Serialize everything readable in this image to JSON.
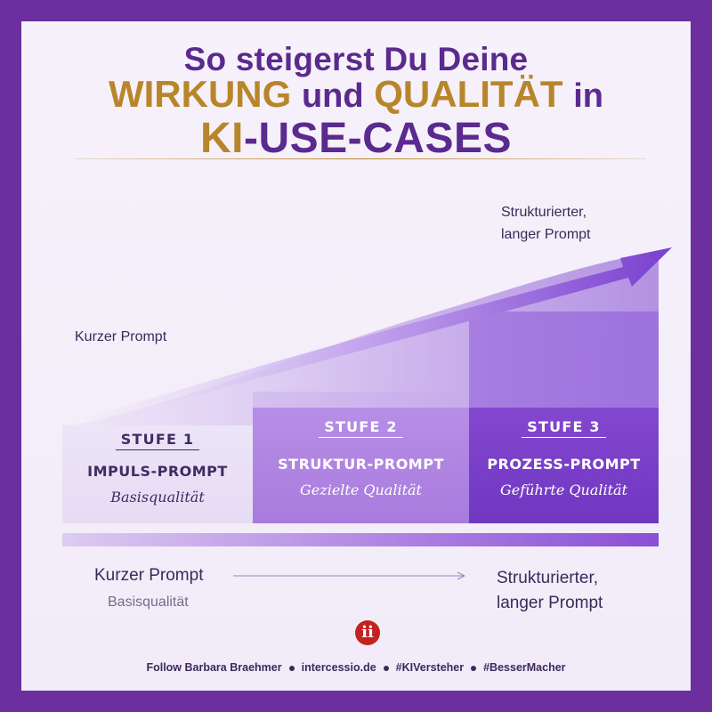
{
  "title": {
    "line1": "So steigerst Du Deine",
    "line2_a": "WIRKUNG",
    "line2_b": "und",
    "line2_c": "QUALITÄT",
    "line2_d": "in",
    "line3_a": "KI",
    "line3_b": "-USE-CASES"
  },
  "labels": {
    "top_right_1": "Strukturierter,",
    "top_right_2": "langer Prompt",
    "left": "Kurzer Prompt"
  },
  "stages": [
    {
      "stufe": "STUFE 1",
      "name": "IMPULS-PROMPT",
      "quality": "Basisqualität"
    },
    {
      "stufe": "STUFE 2",
      "name": "STRUKTUR-PROMPT",
      "quality": "Gezielte Qualität"
    },
    {
      "stufe": "STUFE 3",
      "name": "PROZESS-PROMPT",
      "quality": "Geführte Qualität"
    }
  ],
  "bottom": {
    "left_main": "Kurzer Prompt",
    "left_sub": "Basisqualität",
    "right_1": "Strukturierter,",
    "right_2": "langer Prompt"
  },
  "logo_text": "ii",
  "footer": [
    "Follow Barbara Braehmer",
    "intercessio.de",
    "#KIVersteher",
    "#BesserMacher"
  ],
  "colors": {
    "frame": "#6b2f9e",
    "gold": "#b8862a",
    "purple_dark": "#5a2a8e",
    "logo_red": "#c4221f"
  }
}
